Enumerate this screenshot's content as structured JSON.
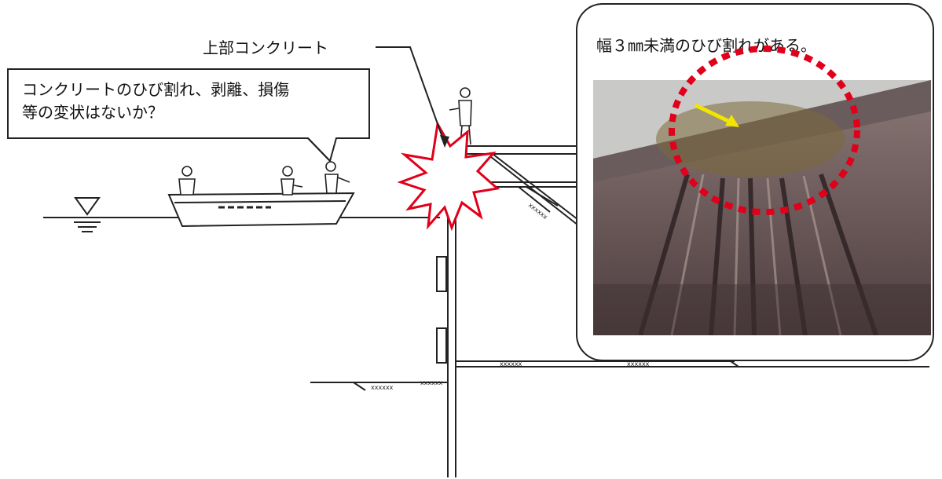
{
  "labels": {
    "upper_concrete": "上部コンクリート",
    "question_line1": "コンクリートのひび割れ、剥離、損傷",
    "question_line2": "等の変状はないか？",
    "photo_caption": "幅３㎜未満のひび割れがある。",
    "mark_text": "xxxxxx"
  },
  "colors": {
    "line": "#222222",
    "burst": "#e0001b",
    "highlight_circle": "#e0001b",
    "arrow": "#f2e600"
  },
  "icons": {
    "water_level": "water-level-icon",
    "boat": "boat-icon",
    "inspector": "person-icon"
  }
}
